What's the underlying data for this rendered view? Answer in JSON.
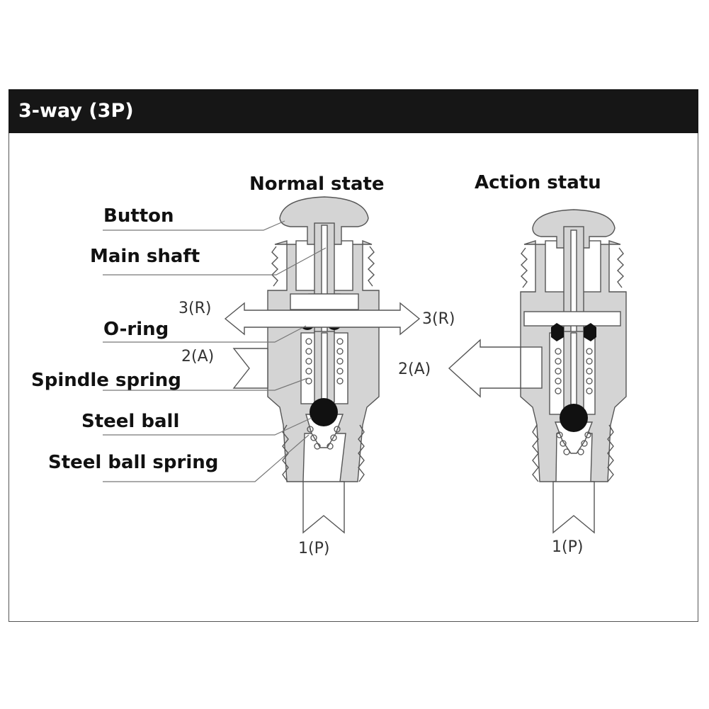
{
  "header": {
    "title": "3-way (3P)"
  },
  "states": {
    "normal": {
      "title": "Normal state"
    },
    "action": {
      "title": "Action statu"
    }
  },
  "labels": {
    "button": "Button",
    "main_shaft": "Main shaft",
    "o_ring": "O-ring",
    "spindle_spring": "Spindle spring",
    "steel_ball": "Steel ball",
    "steel_ball_spring": "Steel ball spring"
  },
  "ports": {
    "normal_r_left": "3(R)",
    "normal_r_right": "3(R)",
    "normal_a": "2(A)",
    "normal_p": "1(P)",
    "action_a": "2(A)",
    "action_p": "1(P)"
  },
  "colors": {
    "header_bg": "#161616",
    "body_gray": "#d4d4d4",
    "outline": "#555555"
  }
}
